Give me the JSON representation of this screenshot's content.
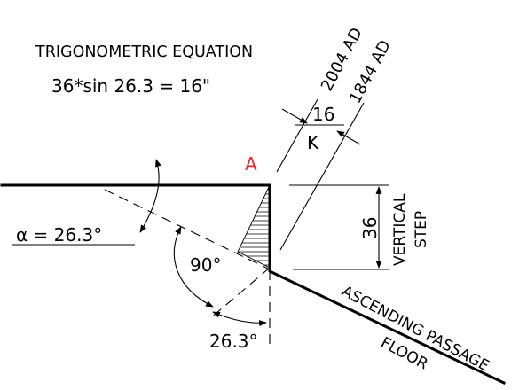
{
  "equation": {
    "title": "TRIGONOMETRIC  EQUATION",
    "formula": "36*sin 26.3 = 16\""
  },
  "point_label": "A",
  "colors": {
    "ink": "#000000",
    "point_label": "#e8262a"
  },
  "dates": {
    "upper": "2004  AD",
    "lower": "1844  AD"
  },
  "horizontal_dim": {
    "value": "16",
    "symbol": "K"
  },
  "vertical_dim": {
    "value": "36",
    "caption_line1": "VERTICAL",
    "caption_line2": "STEP"
  },
  "angles": {
    "alpha": "α = 26.3°",
    "right": "90°",
    "bottom": "26.3°"
  },
  "passage": {
    "line1": "ASCENDING  PASSAGE",
    "line2": "FLOOR"
  }
}
